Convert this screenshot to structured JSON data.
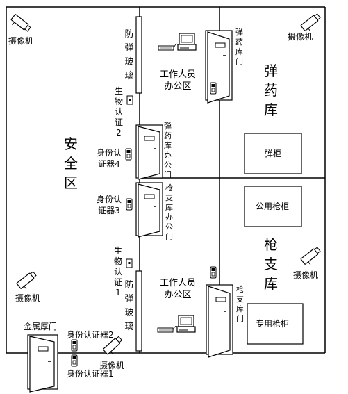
{
  "labels": {
    "camera": "摄像机",
    "bulletproof_glass": "防弹玻璃",
    "staff_office": "工作人员办公区",
    "ammo_store_door": "弹药库门",
    "ammo_store": "弹药库",
    "bio_auth_2": "生物认证2",
    "ammo_office_door": "弹药库办公门",
    "id_auth_4": "身份认证器4",
    "safe_zone": "安全区",
    "ammo_cabinet": "弹柜",
    "id_auth_3": "身份认证器3",
    "gun_office_door": "枪支库办公门",
    "public_gun_cabinet": "公用枪柜",
    "bio_auth_1": "生物认证1",
    "gun_store": "枪支库",
    "gun_store_door": "枪支库门",
    "metal_door": "金属厚门",
    "id_auth_2": "身份认证器2",
    "id_auth_1": "身份认证器1",
    "private_gun_cabinet": "专用枪柜"
  }
}
